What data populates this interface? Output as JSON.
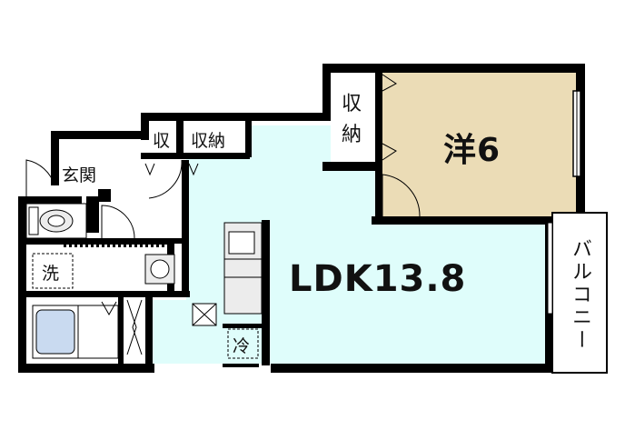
{
  "rooms": {
    "western": {
      "label": "洋6",
      "fill": "#ebdcb6"
    },
    "ldk": {
      "label": "LDK13.8",
      "fill": "#dffdfb"
    },
    "closet_small": {
      "label": "収"
    },
    "closet_top": {
      "label": "収納"
    },
    "closet_side": {
      "label": "収\n納"
    },
    "entrance": {
      "label": "玄関"
    },
    "washroom": {
      "label": "洗"
    },
    "fridge": {
      "label": "冷"
    },
    "balcony": {
      "label": "バルコニー"
    }
  },
  "colors": {
    "wall": "#000000",
    "bath_fill": "#c9daf0",
    "fixture_fill": "#ececec",
    "background": "#ffffff"
  }
}
